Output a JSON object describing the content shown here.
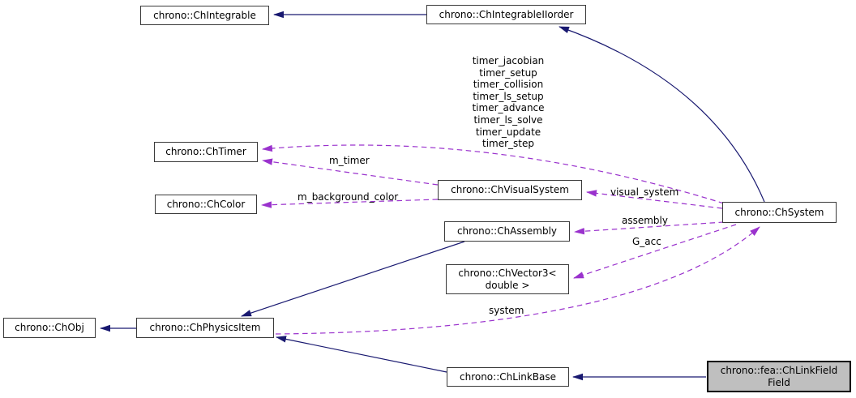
{
  "diagram": {
    "nodes": {
      "ch_integrable": {
        "label": "chrono::ChIntegrable"
      },
      "ch_integrable_iiorder": {
        "label": "chrono::ChIntegrableIIorder"
      },
      "ch_timer": {
        "label": "chrono::ChTimer"
      },
      "ch_color": {
        "label": "chrono::ChColor"
      },
      "ch_visual_system": {
        "label": "chrono::ChVisualSystem"
      },
      "ch_assembly": {
        "label": "chrono::ChAssembly"
      },
      "ch_vector3": {
        "line1": "chrono::ChVector3<",
        "line2": "double >"
      },
      "ch_system": {
        "label": "chrono::ChSystem"
      },
      "ch_obj": {
        "label": "chrono::ChObj"
      },
      "ch_physics_item": {
        "label": "chrono::ChPhysicsItem"
      },
      "ch_link_base": {
        "label": "chrono::ChLinkBase"
      },
      "ch_link_field_field": {
        "line1": "chrono::fea::ChLinkField",
        "line2": "Field"
      }
    },
    "edge_labels": {
      "timer_bundle": [
        "timer_jacobian",
        "timer_setup",
        "timer_collision",
        "timer_ls_setup",
        "timer_advance",
        "timer_ls_solve",
        "timer_update",
        "timer_step"
      ],
      "m_timer": "m_timer",
      "m_background_color": "m_background_color",
      "visual_system": "visual_system",
      "assembly": "assembly",
      "g_acc": "G_acc",
      "system": "system"
    },
    "colors": {
      "inheritance_arrow": "#191970",
      "usage_arrow": "#9a32cd",
      "node_border": "#3a3a3a",
      "highlight_fill": "#bfbfbf",
      "highlight_border": "#000000"
    }
  }
}
